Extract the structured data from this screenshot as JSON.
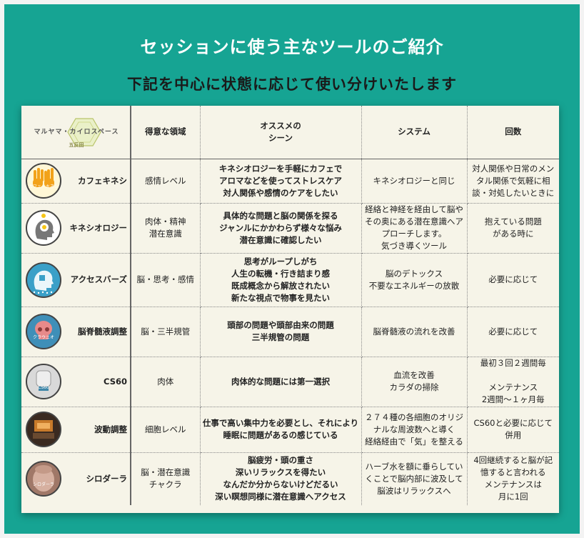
{
  "title": "セッションに使う主なツールのご紹介",
  "subtitle": "下記を中心に状態に応じて使い分けいたします",
  "logo": {
    "name": "マルヤマ・カイロスペース",
    "sub": "五反田"
  },
  "headers": {
    "area": "得意な領域",
    "scene_l1": "オススメの",
    "scene_l2": "シーン",
    "system": "システム",
    "frequency": "回数"
  },
  "rows": [
    {
      "tool": "カフェキネシ",
      "icon": "hands-icon",
      "icon_label": "カフェ・キネシ",
      "area": [
        "感情レベル"
      ],
      "scene": [
        "キネシオロジーを手軽にカフェで",
        "アロマなどを使ってストレスケア",
        "対人関係や感情のケアをしたい"
      ],
      "system": [
        "キネシオロジーと同じ"
      ],
      "frequency": [
        "対人関係や日常のメン",
        "タル関係で気軽に相",
        "談・対処したいときに"
      ]
    },
    {
      "tool": "キネシオロジー",
      "icon": "head-bulb-icon",
      "icon_label": "",
      "area": [
        "肉体・精神",
        "潜在意識"
      ],
      "scene": [
        "具体的な問題と脳の関係を探る",
        "ジャンルにかかわらず様々な悩み",
        "潜在意識に確認したい"
      ],
      "system": [
        "経絡と神経を経由して脳や",
        "その奥にある潜在意識へア",
        "プローチします。",
        "気づき導くツール"
      ],
      "frequency": [
        "抱えている問題",
        "がある時に"
      ]
    },
    {
      "tool": "アクセスバーズ",
      "icon": "head-puzzle-icon",
      "icon_label": "",
      "area": [
        "脳・思考・感情"
      ],
      "scene": [
        "思考がループしがち",
        "人生の転機・行き詰まり感",
        "既成概念から解放されたい",
        "新たな視点で物事を見たい"
      ],
      "system": [
        "脳のデトックス",
        "不要なエネルギーの放散"
      ],
      "frequency": [
        "必要に応じて"
      ]
    },
    {
      "tool": "脳脊髄液調整",
      "icon": "skull-icon",
      "icon_label": "クラウニオ",
      "area": [
        "脳・三半規管"
      ],
      "scene": [
        "頭部の問題や頭部由来の問題",
        "三半規管の問題"
      ],
      "system": [
        "脳脊髄液の流れを改善"
      ],
      "frequency": [
        "必要に応じて"
      ]
    },
    {
      "tool": "CS60",
      "icon": "cs60-device-icon",
      "icon_label": "CS60",
      "area": [
        "肉体"
      ],
      "scene": [
        "肉体的な問題には第一選択"
      ],
      "system": [
        "血流を改善",
        "カラダの掃除"
      ],
      "frequency": [
        "最初３回２週間毎",
        "",
        "メンテナンス",
        "2週間〜１ヶ月毎"
      ]
    },
    {
      "tool": "波動調整",
      "icon": "wave-device-icon",
      "icon_label": "",
      "area": [
        "細胞レベル"
      ],
      "scene": [
        "仕事で高い集中力を必要とし、それにより",
        "睡眠に問題があるの感じている"
      ],
      "system": [
        "２７４種の各細胞のオリジ",
        "ナルな周波数へと導く",
        "経絡経由で「気」を整える"
      ],
      "frequency": [
        "CS60と必要に応じて",
        "併用"
      ]
    },
    {
      "tool": "シロダーラ",
      "icon": "shirodhara-icon",
      "icon_label": "シロダーラ",
      "area": [
        "脳・潜在意識",
        "チャクラ"
      ],
      "scene": [
        "脳疲労・頭の重さ",
        "深いリラックスを得たい",
        "なんだか分からないけどだるい",
        "深い瞑想同様に潜在意識へアクセス"
      ],
      "system": [
        "ハーブ水を額に垂らしてい",
        "くことで脳内部に波及して",
        "脳波はリラックスへ"
      ],
      "frequency": [
        "4回継続すると脳が記",
        "憶すると言われる",
        "メンテナンスは",
        "月に1回"
      ]
    }
  ]
}
